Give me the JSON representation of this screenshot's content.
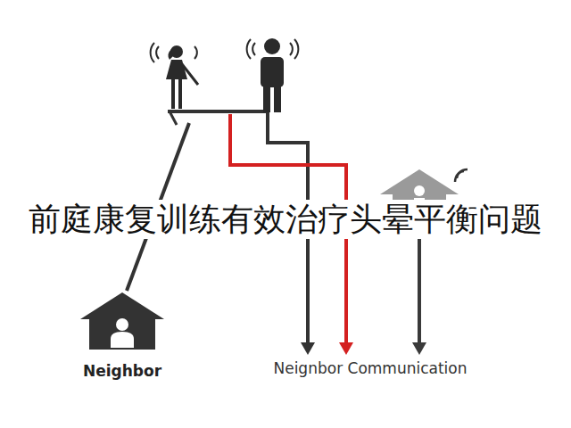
{
  "diagram": {
    "title": "前庭康复训练有效治疗头晕平衡问题",
    "nodes": [
      {
        "text": [
          "Neighbor"
        ]
      }
    ],
    "labels": [
      "Neignbor Communication"
    ]
  }
}
